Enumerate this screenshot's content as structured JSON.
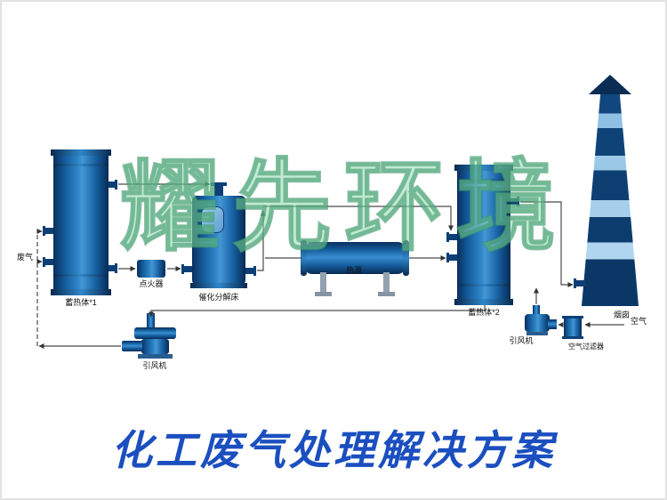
{
  "watermark": "耀先环境",
  "title": "化工废气处理解决方案",
  "labels": {
    "waste_gas": "废气",
    "heat_accumulator_1": "蓄热体*1",
    "igniter": "点火器",
    "catalytic_bed": "催化分解床",
    "heat_source": "热源",
    "heat_accumulator_2": "蓄热体*2",
    "chimney": "烟囱",
    "fan_left": "引风机",
    "fan_right": "引风机",
    "air_filter": "空气过滤器",
    "air": "空气"
  },
  "colors": {
    "vessel_blue_dark": "#0a2f5e",
    "vessel_blue_light": "#3a8fd0",
    "watermark_green": "#8fd8ae",
    "title_blue": "#1b4fc0",
    "line_color": "#4a4a4a"
  }
}
